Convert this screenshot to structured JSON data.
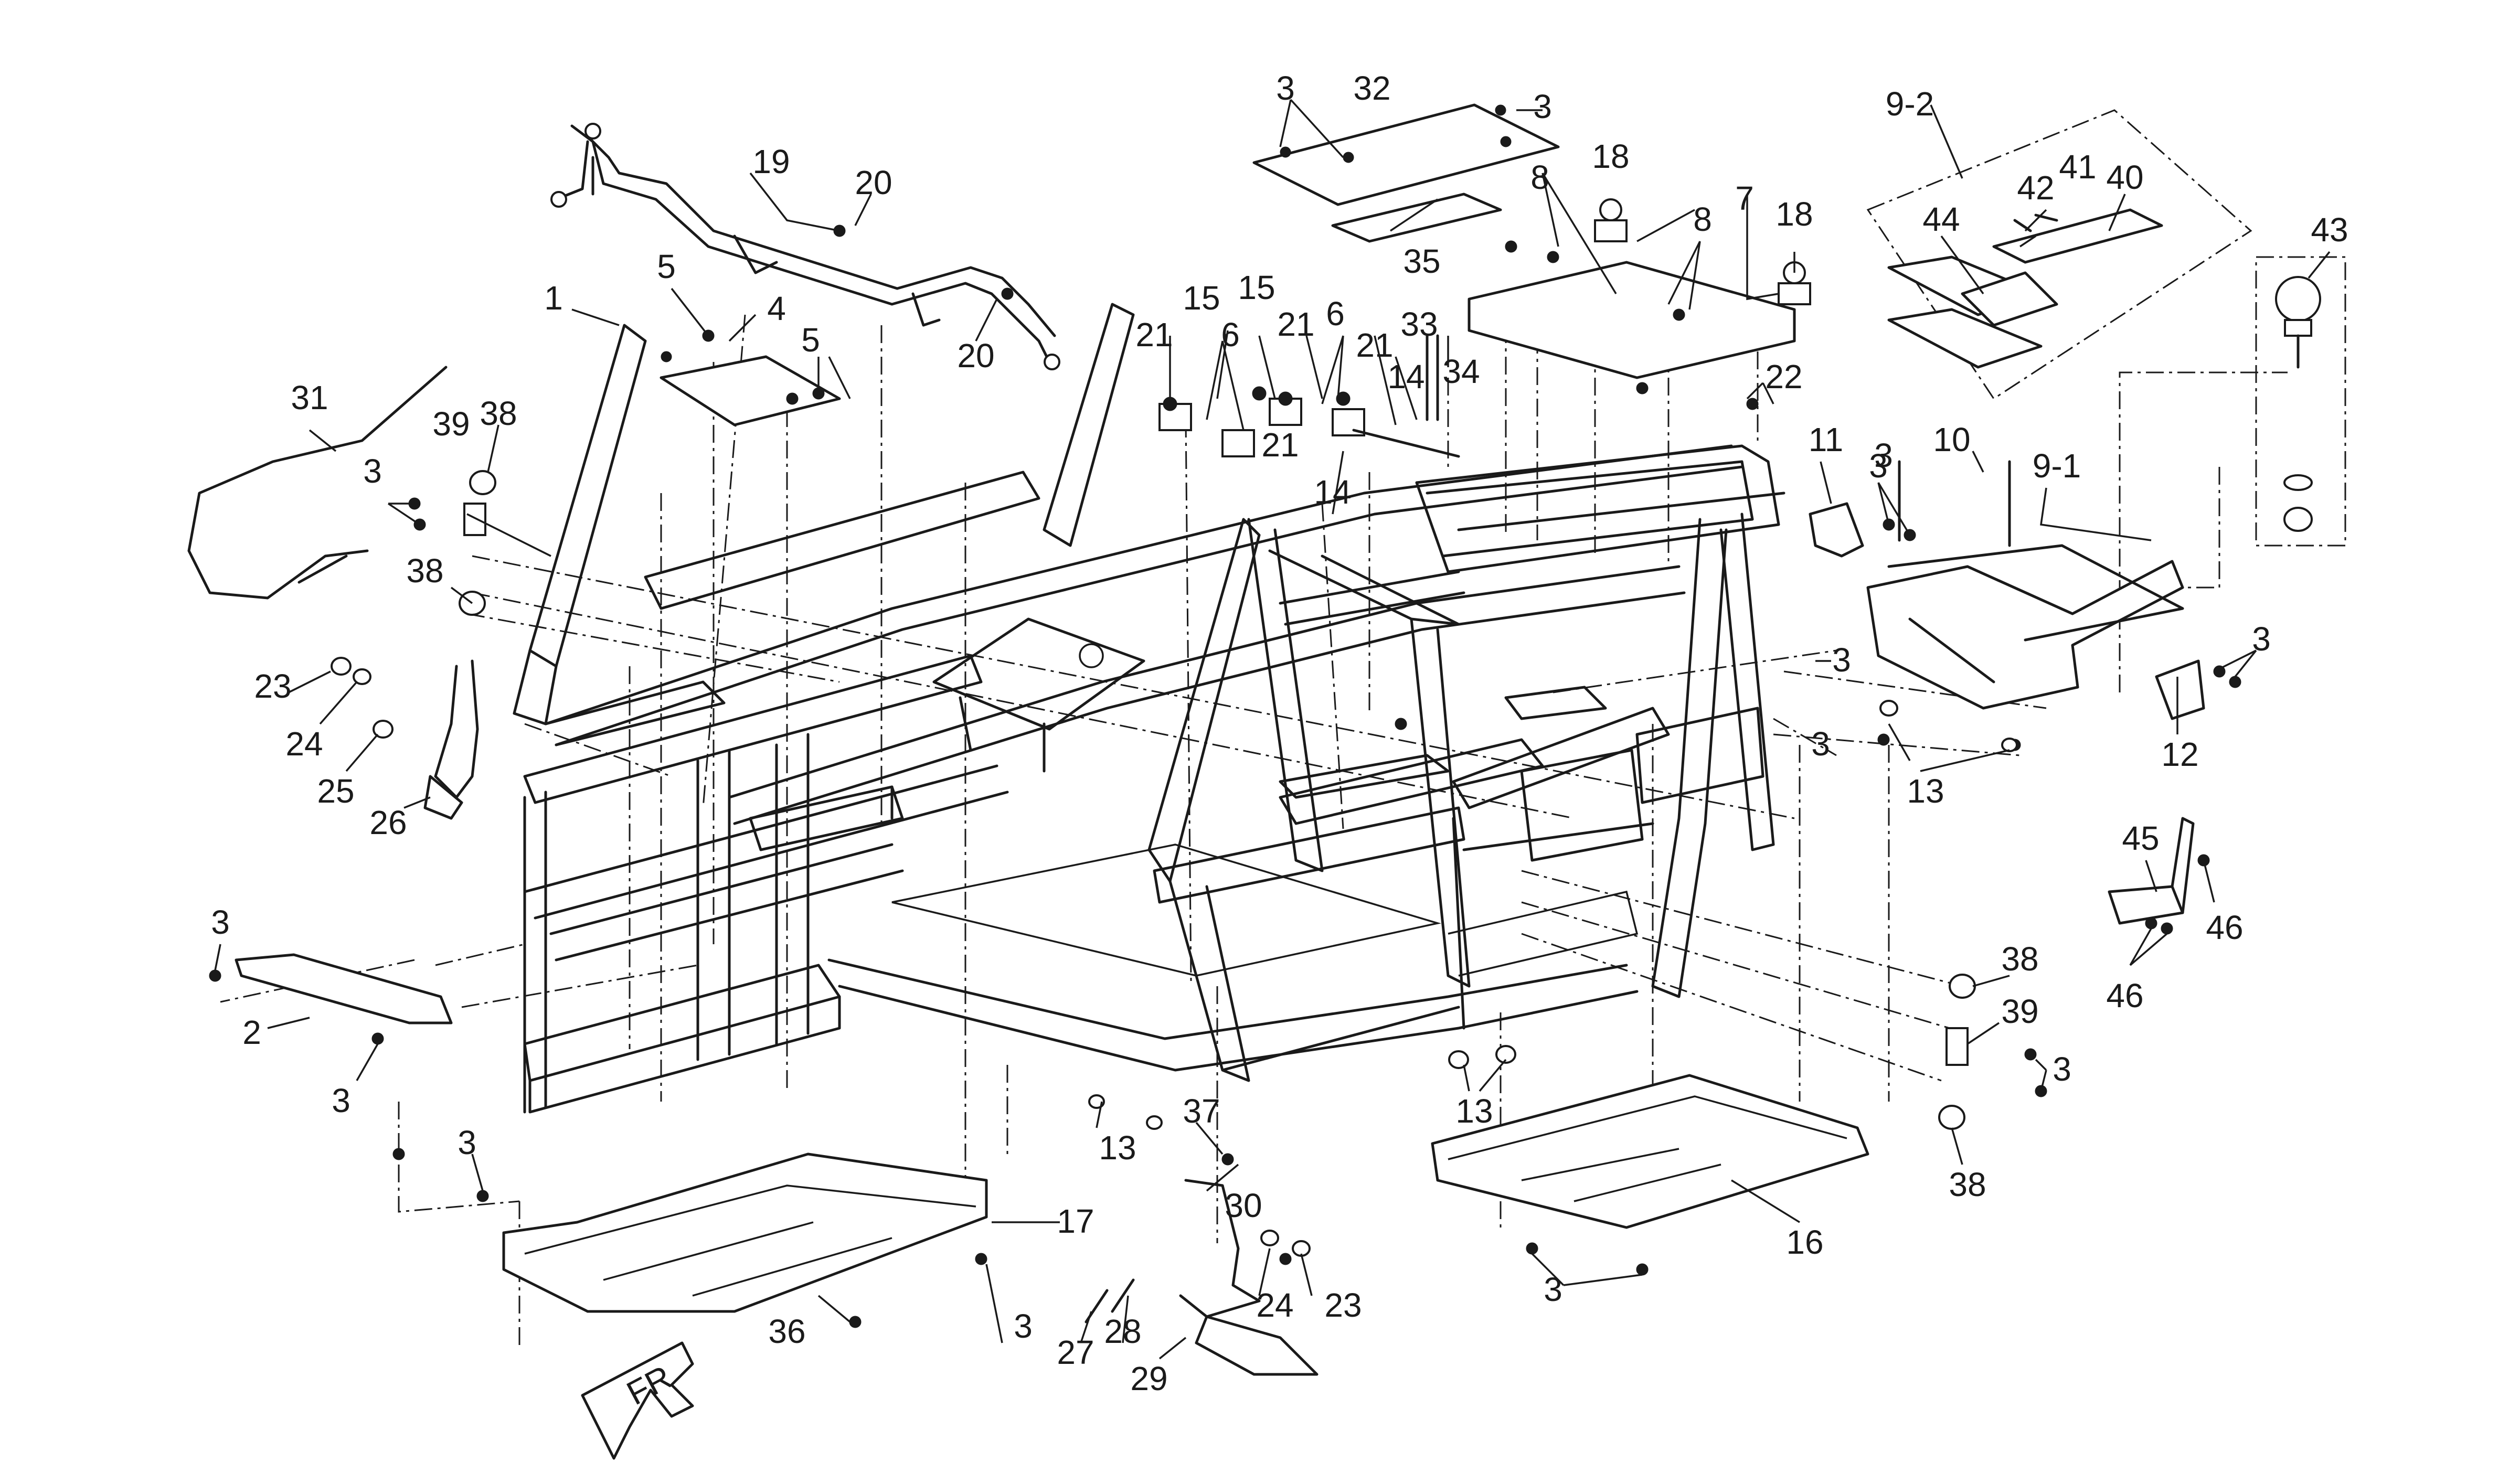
{
  "diagram": {
    "callouts": [
      {
        "id": "c1",
        "text": "1"
      },
      {
        "id": "c2",
        "text": "2"
      },
      {
        "id": "c3a",
        "text": "3"
      },
      {
        "id": "c3b",
        "text": "3"
      },
      {
        "id": "c3c",
        "text": "3"
      },
      {
        "id": "c3d",
        "text": "3"
      },
      {
        "id": "c3e",
        "text": "3"
      },
      {
        "id": "c3f",
        "text": "3"
      },
      {
        "id": "c3g",
        "text": "3"
      },
      {
        "id": "c3h",
        "text": "3"
      },
      {
        "id": "c3i",
        "text": "3"
      },
      {
        "id": "c3j",
        "text": "3"
      },
      {
        "id": "c3k",
        "text": "3"
      },
      {
        "id": "c3l",
        "text": "3"
      },
      {
        "id": "c3m",
        "text": "3"
      },
      {
        "id": "c3n",
        "text": "3"
      },
      {
        "id": "c4",
        "text": "4"
      },
      {
        "id": "c5a",
        "text": "5"
      },
      {
        "id": "c5b",
        "text": "5"
      },
      {
        "id": "c6a",
        "text": "6"
      },
      {
        "id": "c6b",
        "text": "6"
      },
      {
        "id": "c7",
        "text": "7"
      },
      {
        "id": "c8a",
        "text": "8"
      },
      {
        "id": "c8b",
        "text": "8"
      },
      {
        "id": "c9-1",
        "text": "9-1"
      },
      {
        "id": "c9-2",
        "text": "9-2"
      },
      {
        "id": "c10",
        "text": "10"
      },
      {
        "id": "c11",
        "text": "11"
      },
      {
        "id": "c12",
        "text": "12"
      },
      {
        "id": "c13a",
        "text": "13"
      },
      {
        "id": "c13b",
        "text": "13"
      },
      {
        "id": "c13c",
        "text": "13"
      },
      {
        "id": "c14a",
        "text": "14"
      },
      {
        "id": "c14b",
        "text": "14"
      },
      {
        "id": "c15a",
        "text": "15"
      },
      {
        "id": "c15b",
        "text": "15"
      },
      {
        "id": "c16",
        "text": "16"
      },
      {
        "id": "c17",
        "text": "17"
      },
      {
        "id": "c18a",
        "text": "18"
      },
      {
        "id": "c18b",
        "text": "18"
      },
      {
        "id": "c19",
        "text": "19"
      },
      {
        "id": "c20a",
        "text": "20"
      },
      {
        "id": "c20b",
        "text": "20"
      },
      {
        "id": "c21a",
        "text": "21"
      },
      {
        "id": "c21b",
        "text": "21"
      },
      {
        "id": "c21c",
        "text": "21"
      },
      {
        "id": "c21d",
        "text": "21"
      },
      {
        "id": "c22",
        "text": "22"
      },
      {
        "id": "c23a",
        "text": "23"
      },
      {
        "id": "c23b",
        "text": "23"
      },
      {
        "id": "c24a",
        "text": "24"
      },
      {
        "id": "c24b",
        "text": "24"
      },
      {
        "id": "c25",
        "text": "25"
      },
      {
        "id": "c26",
        "text": "26"
      },
      {
        "id": "c27",
        "text": "27"
      },
      {
        "id": "c28",
        "text": "28"
      },
      {
        "id": "c29",
        "text": "29"
      },
      {
        "id": "c30",
        "text": "30"
      },
      {
        "id": "c31",
        "text": "31"
      },
      {
        "id": "c32",
        "text": "32"
      },
      {
        "id": "c33",
        "text": "33"
      },
      {
        "id": "c34",
        "text": "34"
      },
      {
        "id": "c35",
        "text": "35"
      },
      {
        "id": "c36",
        "text": "36"
      },
      {
        "id": "c37",
        "text": "37"
      },
      {
        "id": "c38a",
        "text": "38"
      },
      {
        "id": "c38b",
        "text": "38"
      },
      {
        "id": "c38c",
        "text": "38"
      },
      {
        "id": "c38d",
        "text": "38"
      },
      {
        "id": "c39a",
        "text": "39"
      },
      {
        "id": "c39b",
        "text": "39"
      },
      {
        "id": "c40",
        "text": "40"
      },
      {
        "id": "c41",
        "text": "41"
      },
      {
        "id": "c42",
        "text": "42"
      },
      {
        "id": "c43",
        "text": "43"
      },
      {
        "id": "c44",
        "text": "44"
      },
      {
        "id": "c45",
        "text": "45"
      },
      {
        "id": "c46a",
        "text": "46"
      },
      {
        "id": "c46b",
        "text": "46"
      }
    ],
    "front_arrow_label": "FR"
  }
}
